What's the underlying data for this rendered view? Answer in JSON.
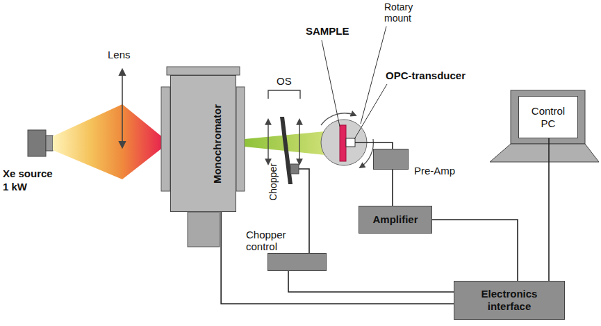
{
  "diagram": {
    "nodes": [
      {
        "text": [
          "Monochromator"
        ]
      },
      {
        "text": [
          "Pre-Amp"
        ]
      },
      {
        "text": [
          "Amplifier"
        ]
      },
      {
        "text": [
          "Chopper control"
        ]
      },
      {
        "text": [
          "Electronics interface"
        ]
      },
      {
        "text": [
          "Control PC"
        ]
      }
    ],
    "edges": [
      {
        "from": 0,
        "to": 4,
        "arrow": "none"
      },
      {
        "from": 3,
        "to": 4,
        "arrow": "none"
      },
      {
        "from": 1,
        "to": 2,
        "arrow": "none"
      },
      {
        "from": 2,
        "to": 4,
        "arrow": "none"
      },
      {
        "from": 5,
        "to": 4,
        "arrow": "none"
      }
    ],
    "labels": [
      "Lens",
      "OS",
      "Chopper",
      "SAMPLE",
      "Rotary mount",
      "OPC-transducer",
      "Xe source 1 kW"
    ]
  }
}
